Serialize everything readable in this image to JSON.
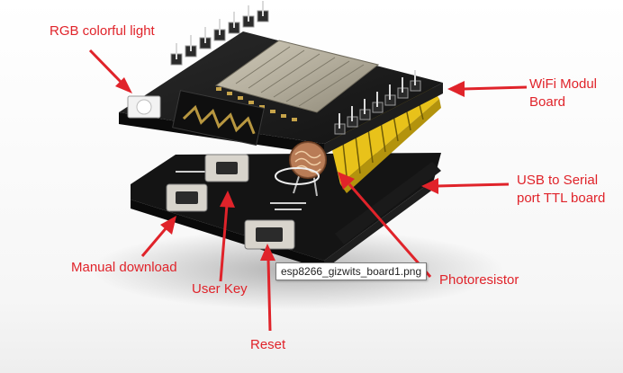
{
  "labels": {
    "rgb_light": "RGB colorful light",
    "wifi_board_line1": "WiFi Modul",
    "wifi_board_line2": "Board",
    "usb_serial_line1": "USB to Serial",
    "usb_serial_line2": "port TTL board",
    "manual_download": "Manual download",
    "user_key": "User Key",
    "photoresistor": "Photoresistor",
    "reset": "Reset"
  },
  "tooltip": {
    "filename": "esp8266_gizwits_board1.png"
  },
  "colors": {
    "callout": "#e0232a",
    "pcb": "#1b1b1b",
    "shield": "#b8b2a2",
    "header_yellow": "#e8c21a"
  }
}
